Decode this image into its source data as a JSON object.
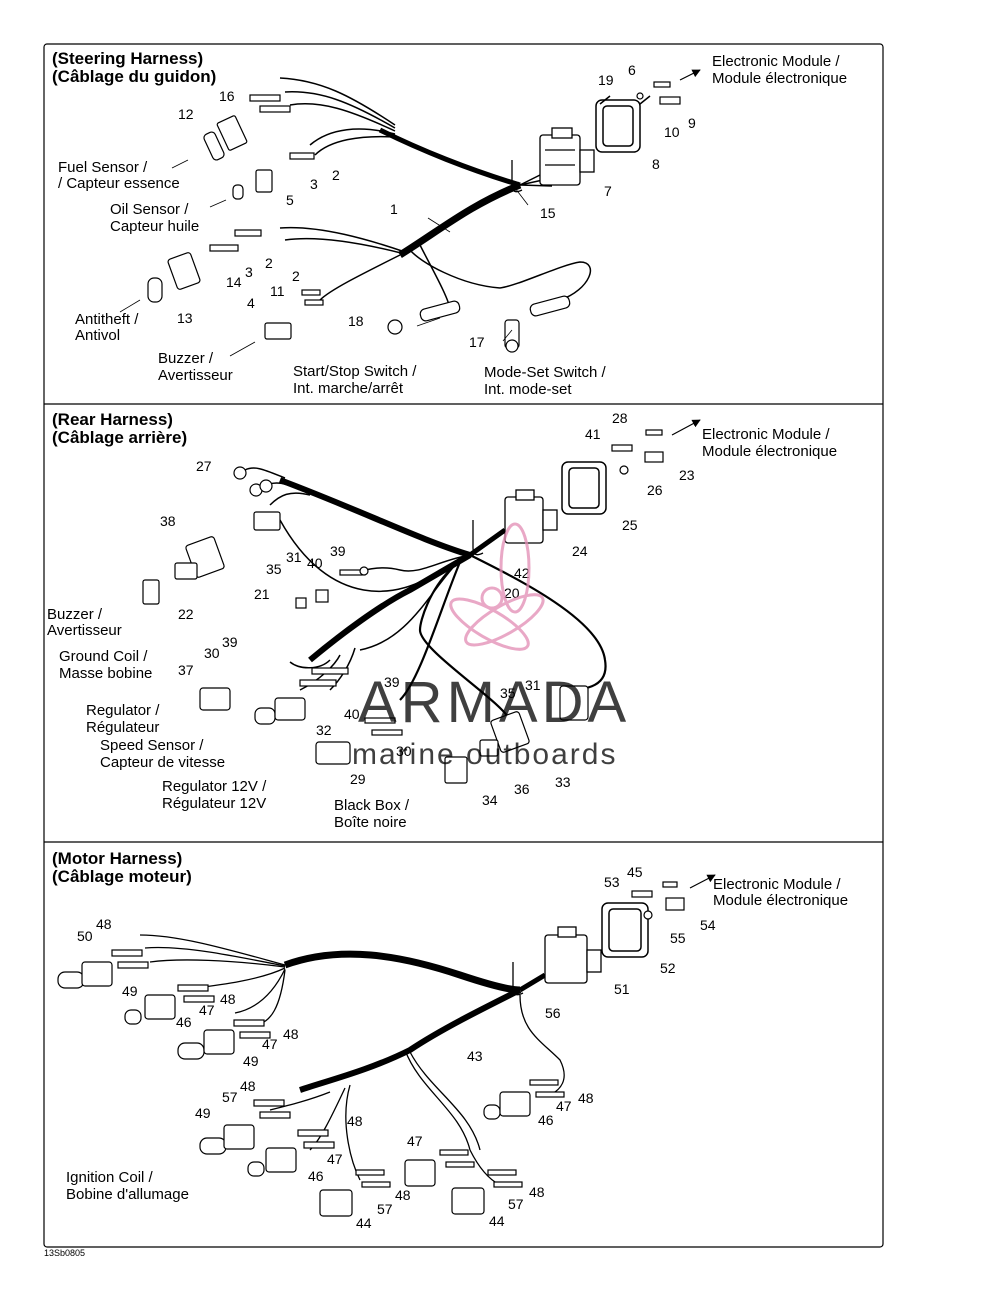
{
  "panels": [
    {
      "title_en": "(Steering Harness)",
      "title_fr": "(Câblage du guidon)",
      "labels": {
        "module_en": "Electronic Module /",
        "module_fr": "Module électronique",
        "fuel_en": "Fuel Sensor /",
        "fuel_fr": "/ Capteur essence",
        "oil_en": "Oil Sensor /",
        "oil_fr": "Capteur huile",
        "antitheft_en": "Antitheft /",
        "antitheft_fr": "Antivol",
        "buzzer_en": "Buzzer /",
        "buzzer_fr": "Avertisseur",
        "startstop_en": "Start/Stop Switch /",
        "startstop_fr": "Int. marche/arrêt",
        "modeset_en": "Mode-Set Switch /",
        "modeset_fr": "Int. mode-set"
      },
      "numbers": [
        "16",
        "12",
        "19",
        "6",
        "10",
        "9",
        "8",
        "7",
        "2",
        "3",
        "5",
        "15",
        "1",
        "14",
        "3",
        "2",
        "11",
        "2",
        "4",
        "13",
        "18",
        "17"
      ]
    },
    {
      "title_en": "(Rear Harness)",
      "title_fr": "(Câblage arrière)",
      "labels": {
        "module_en": "Electronic Module /",
        "module_fr": "Module électronique",
        "buzzer_en": "Buzzer /",
        "buzzer_fr": "Avertisseur",
        "coil_en": "Ground Coil /",
        "coil_fr": "Masse bobine",
        "regulator_en": "Regulator /",
        "regulator_fr": "Régulateur",
        "speed_en": "Speed Sensor /",
        "speed_fr": "Capteur de vitesse",
        "reg12_en": "Regulator 12V /",
        "reg12_fr": "Régulateur 12V",
        "blackbox_en": "Black Box /",
        "blackbox_fr": "Boîte noire"
      },
      "numbers": [
        "28",
        "41",
        "23",
        "26",
        "25",
        "24",
        "27",
        "38",
        "31",
        "35",
        "40",
        "39",
        "22",
        "21",
        "42",
        "20",
        "39",
        "30",
        "37",
        "39",
        "40",
        "32",
        "30",
        "35",
        "31",
        "29",
        "33",
        "36",
        "34"
      ]
    },
    {
      "title_en": "(Motor Harness)",
      "title_fr": "(Câblage moteur)",
      "labels": {
        "module_en": "Electronic Module /",
        "module_fr": "Module électronique",
        "coil_en": "Ignition Coil /",
        "coil_fr": "Bobine d'allumage"
      },
      "numbers": [
        "45",
        "53",
        "54",
        "55",
        "52",
        "51",
        "56",
        "48",
        "50",
        "49",
        "48",
        "47",
        "46",
        "48",
        "47",
        "49",
        "43",
        "48",
        "57",
        "49",
        "48",
        "47",
        "46",
        "48",
        "47",
        "46",
        "47",
        "48",
        "57",
        "48",
        "57",
        "44",
        "44"
      ]
    }
  ],
  "watermark": {
    "brand": "ARMADA",
    "tagline": "marine outboards",
    "color": "#e28bb3"
  },
  "figure_code": "13Sb0805"
}
